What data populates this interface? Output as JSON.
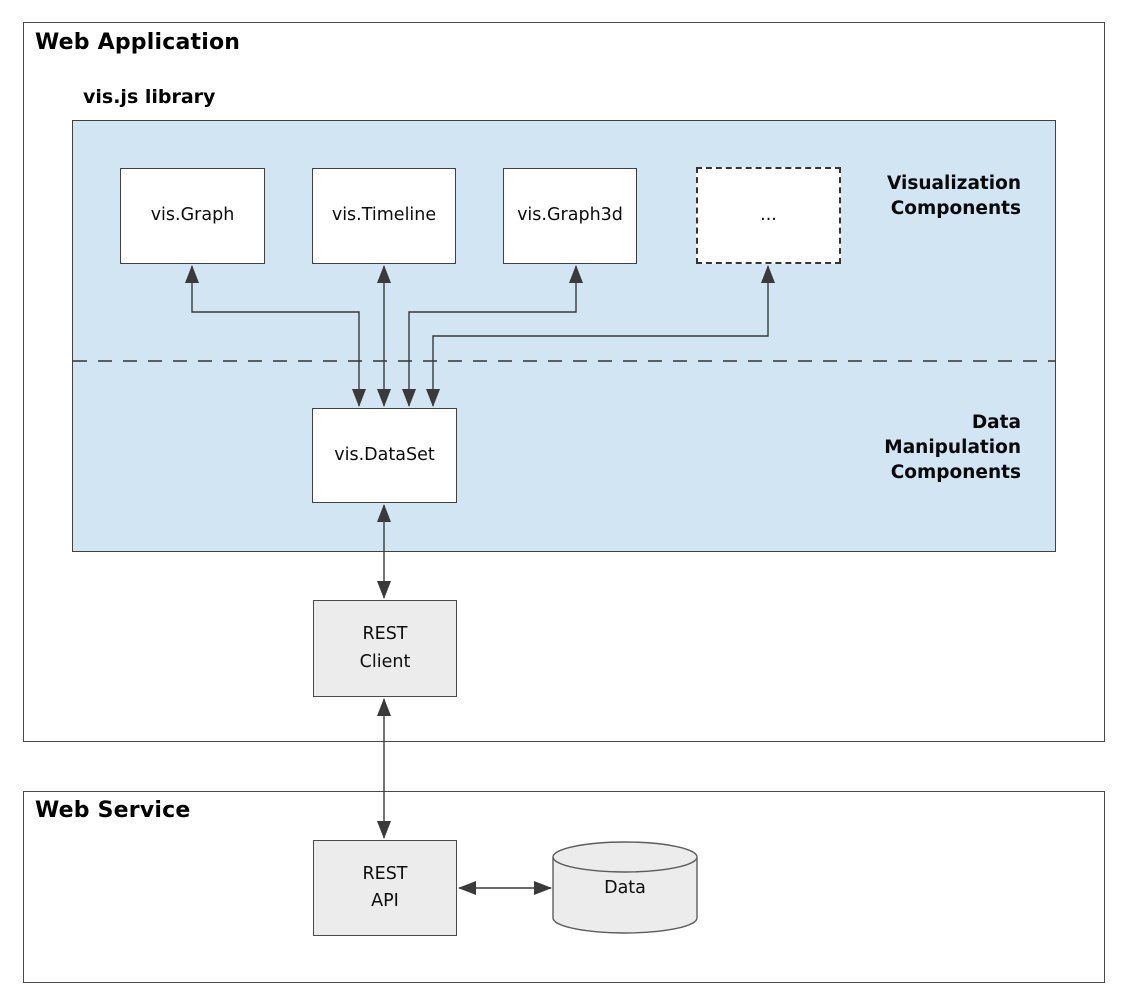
{
  "colors": {
    "panel_blue": "#d2e5f3",
    "node_gray": "#ececec",
    "line": "#3a3a3a"
  },
  "containers": {
    "web_application": "Web Application",
    "web_service": "Web Service",
    "library": "vis.js library"
  },
  "nodes": {
    "vis_graph": "vis.Graph",
    "vis_timeline": "vis.Timeline",
    "vis_graph3d": "vis.Graph3d",
    "ellipsis": "...",
    "vis_dataset": "vis.DataSet",
    "rest_client": "REST\nClient",
    "rest_api": "REST\nAPI",
    "database": "Data"
  },
  "section_labels": {
    "visualization": "Visualization\nComponents",
    "data_manipulation": "Data\nManipulation\nComponents"
  }
}
